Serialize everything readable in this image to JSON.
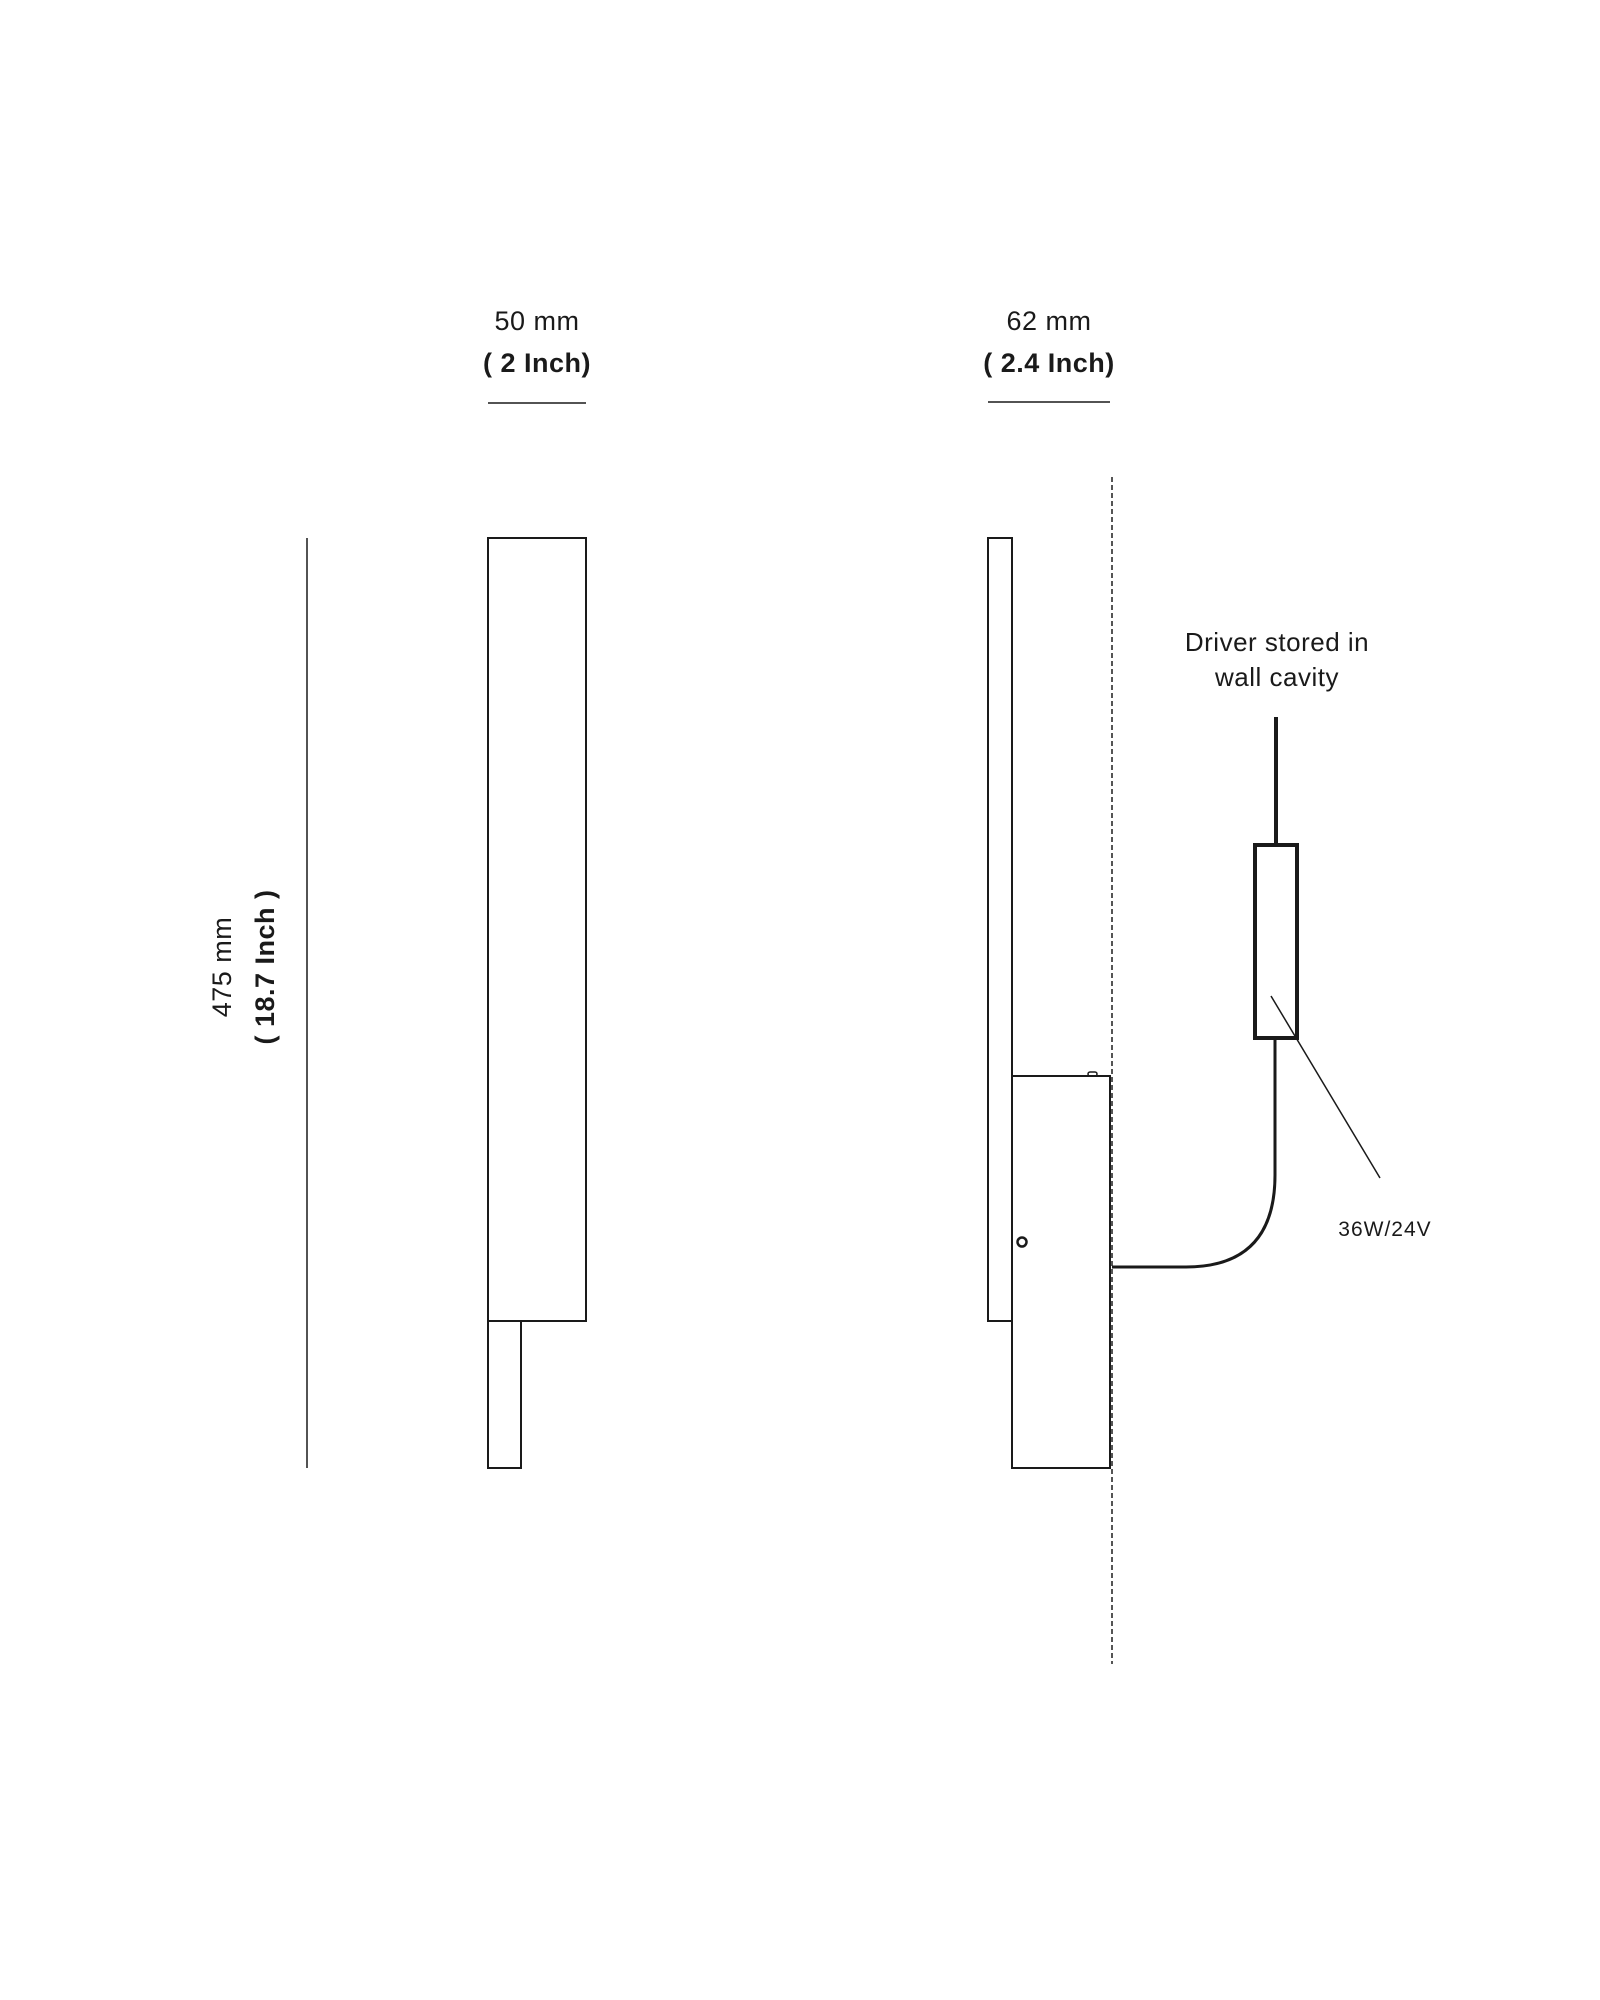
{
  "drawing": {
    "front_view": {
      "width_mm": "50 mm",
      "width_in": "( 2 Inch)"
    },
    "side_view": {
      "depth_mm": "62 mm",
      "depth_in": "( 2.4 Inch)"
    },
    "height": {
      "height_mm": "475 mm",
      "height_in": "( 18.7 Inch )"
    },
    "driver": {
      "note_line1": "Driver stored in",
      "note_line2": "wall cavity",
      "spec": "36W/24V"
    },
    "colors": {
      "line": "#1a1a1a",
      "background": "#ffffff",
      "dashed_wall": "#555555"
    }
  }
}
